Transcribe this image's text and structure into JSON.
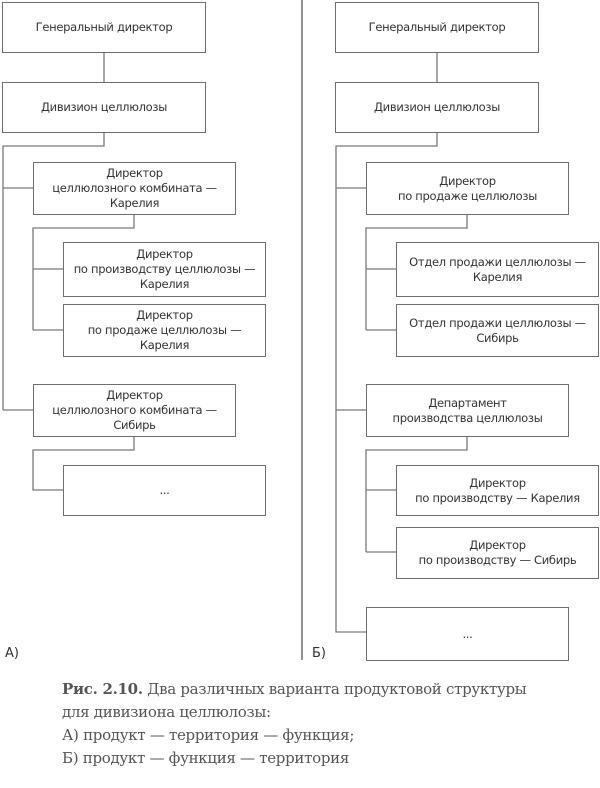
{
  "panel_a": {
    "label": "А)",
    "boxes": [
      "Генеральный директор",
      "Дивизион целлюлозы",
      "Директор\nцеллюлозного комбината —\nКарелия",
      "Директор\nпо производству целлюлозы —\nКарелия",
      "Директор\nпо продаже целлюлозы —\nКарелия",
      "Директор\nцеллюлозного комбината —\nСибирь",
      "..."
    ]
  },
  "panel_b": {
    "label": "Б)",
    "boxes": [
      "Генеральный директор",
      "Дивизион целлюлозы",
      "Директор\nпо продаже целлюлозы",
      "Отдел продажи целлюлозы —\nКарелия",
      "Отдел продажи целлюлозы —\nСибирь",
      "Департамент\nпроизводства целлюлозы",
      "Директор\nпо производству — Карелия",
      "Директор\nпо производству — Сибирь",
      "..."
    ]
  },
  "caption": {
    "number": "Рис. 2.10.",
    "line1": "Два различных варианта продуктовой структуры",
    "line2": "для дивизиона целлюлозы:",
    "line3": "А) продукт — территория — функция;",
    "line4": "Б) продукт — функция — территория"
  }
}
